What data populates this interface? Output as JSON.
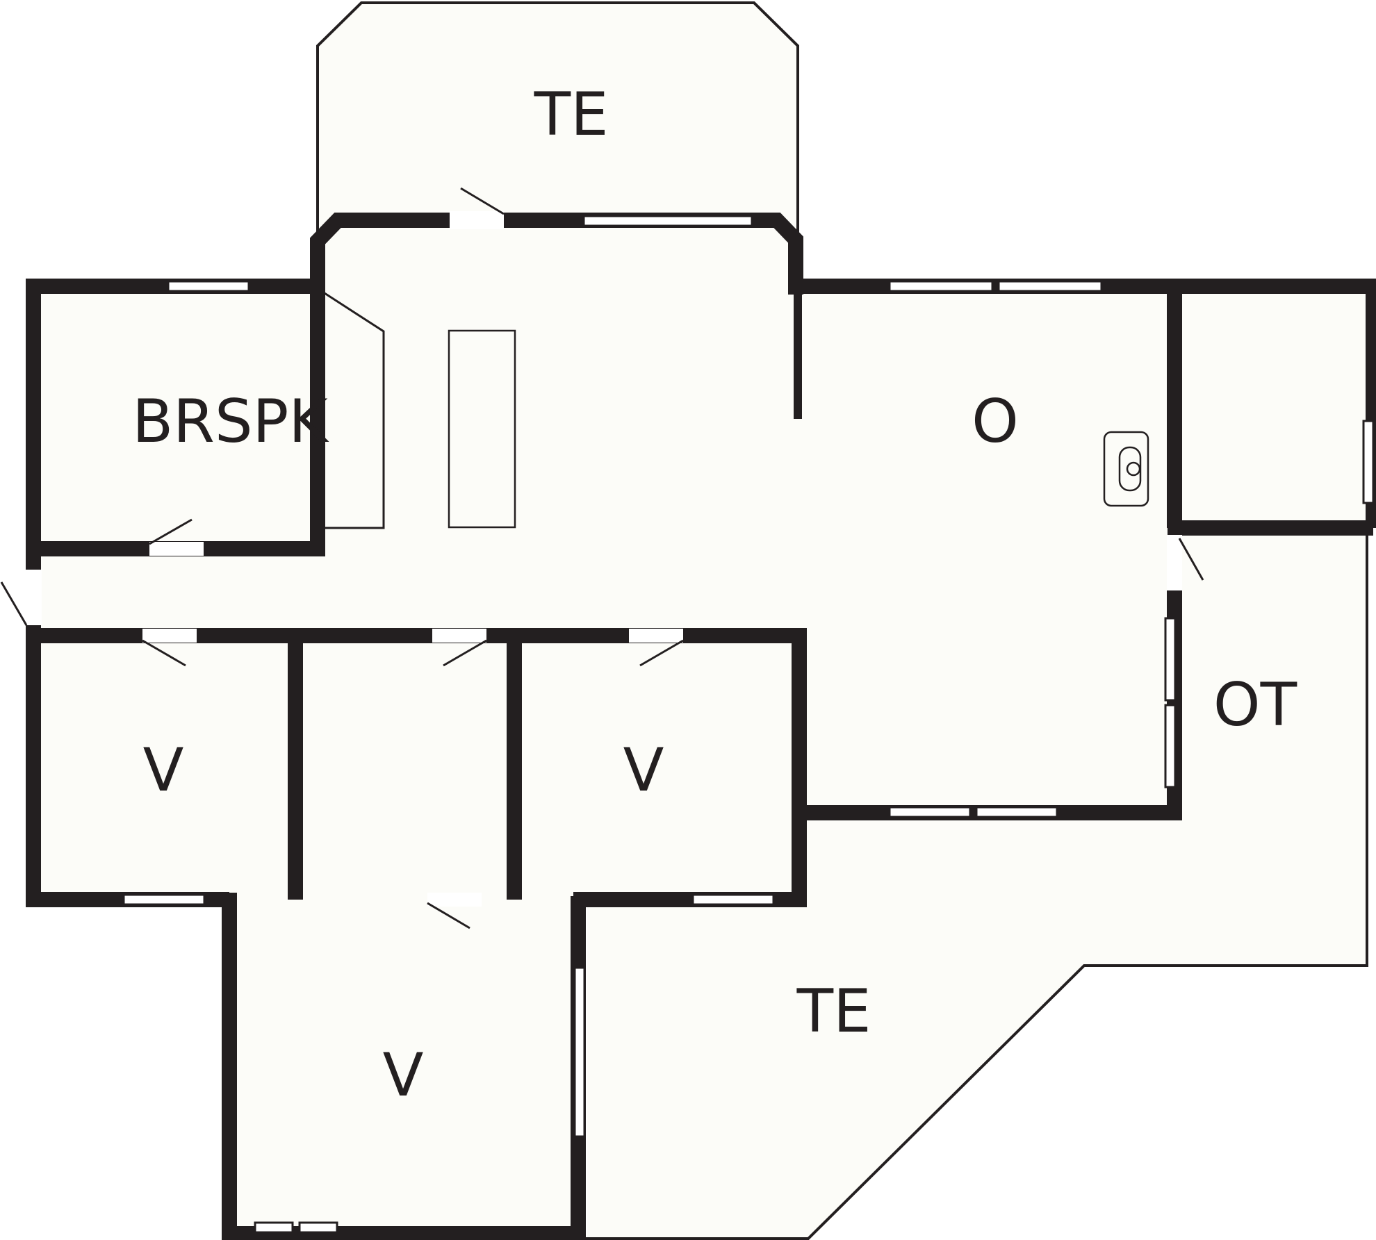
{
  "plan": {
    "rooms": [
      {
        "id": "terrace-top",
        "label": "TE"
      },
      {
        "id": "storage",
        "label": "BRSPK"
      },
      {
        "id": "living",
        "label": "O"
      },
      {
        "id": "bedroom-left",
        "label": "V"
      },
      {
        "id": "bedroom-right",
        "label": "V"
      },
      {
        "id": "bedroom-bottom",
        "label": "V"
      },
      {
        "id": "covered-terrace",
        "label": "OT"
      },
      {
        "id": "terrace-bottom",
        "label": "TE"
      }
    ]
  },
  "colors": {
    "wall": "#231f20",
    "floor": "#fcfcf8",
    "window": "#ffffff"
  }
}
